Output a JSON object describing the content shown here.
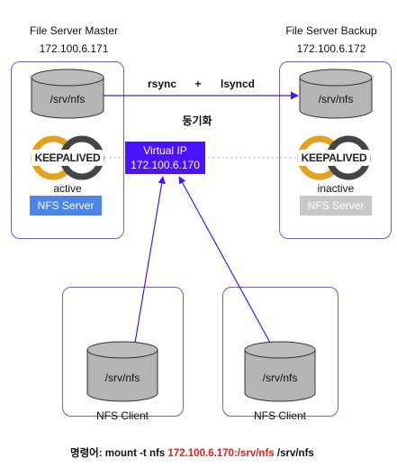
{
  "master": {
    "title": "File Server Master",
    "ip": "172.100.6.171",
    "storage": "/srv/nfs",
    "logo": "KEEPALIVED",
    "state": "active",
    "service": "NFS Server"
  },
  "backup": {
    "title": "File Server Backup",
    "ip": "172.100.6.172",
    "storage": "/srv/nfs",
    "logo": "KEEPALIVED",
    "state": "inactive",
    "service": "NFS Server"
  },
  "sync": {
    "tool1": "rsync",
    "plus": "+",
    "tool2": "lsyncd",
    "label": "동기화"
  },
  "vip": {
    "title": "Virtual IP",
    "ip": "172.100.6.170"
  },
  "clients": [
    {
      "storage": "/srv/nfs",
      "label": "NFS Client"
    },
    {
      "storage": "/srv/nfs",
      "label": "NFS Client"
    }
  ],
  "command": {
    "prefix": "명령어: mount -t nfs",
    "target": "172.100.6.170:/srv/nfs",
    "mountpoint": "/srv/nfs"
  },
  "colors": {
    "accent": "#4b12ff",
    "active_badge": "#4b85e8",
    "inactive_badge": "#c8c8c8",
    "cylinder": "#b5b5b5",
    "target_text": "#e0201b",
    "logo_gold": "#e3a21a"
  }
}
